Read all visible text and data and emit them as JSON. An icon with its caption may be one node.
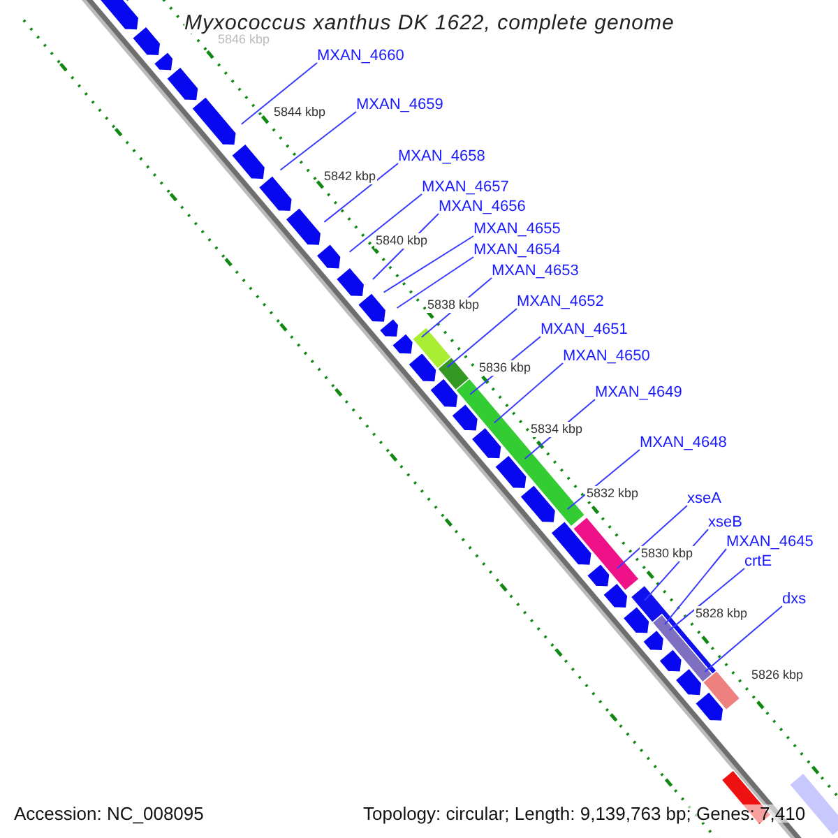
{
  "diagram": {
    "title": "Myxococcus xanthus DK 1622, complete genome",
    "nodes": [
      {
        "text": [
          "MXAN_4660"
        ]
      },
      {
        "text": [
          "MXAN_4659"
        ]
      },
      {
        "text": [
          "MXAN_4658"
        ]
      },
      {
        "text": [
          "MXAN_4657"
        ]
      },
      {
        "text": [
          "MXAN_4656"
        ]
      },
      {
        "text": [
          "MXAN_4655"
        ]
      },
      {
        "text": [
          "MXAN_4654"
        ]
      },
      {
        "text": [
          "MXAN_4653"
        ]
      },
      {
        "text": [
          "MXAN_4652"
        ]
      },
      {
        "text": [
          "MXAN_4651"
        ]
      },
      {
        "text": [
          "MXAN_4650"
        ]
      },
      {
        "text": [
          "MXAN_4649"
        ]
      },
      {
        "text": [
          "MXAN_4648"
        ]
      },
      {
        "text": [
          "xseA"
        ]
      },
      {
        "text": [
          "xseB"
        ]
      },
      {
        "text": [
          "MXAN_4645"
        ]
      },
      {
        "text": [
          "crtE"
        ]
      },
      {
        "text": [
          "dxs"
        ]
      }
    ],
    "edges": [
      {
        "from": 0,
        "to": null,
        "arrow": "none"
      },
      {
        "from": 1,
        "to": null,
        "arrow": "none"
      },
      {
        "from": 2,
        "to": null,
        "arrow": "none"
      },
      {
        "from": 3,
        "to": null,
        "arrow": "none"
      },
      {
        "from": 4,
        "to": null,
        "arrow": "none"
      },
      {
        "from": 5,
        "to": null,
        "arrow": "none"
      },
      {
        "from": 6,
        "to": null,
        "arrow": "none"
      },
      {
        "from": 7,
        "to": null,
        "arrow": "none"
      },
      {
        "from": 8,
        "to": null,
        "arrow": "none"
      },
      {
        "from": 9,
        "to": null,
        "arrow": "none"
      },
      {
        "from": 10,
        "to": null,
        "arrow": "none"
      },
      {
        "from": 11,
        "to": null,
        "arrow": "none"
      },
      {
        "from": 12,
        "to": null,
        "arrow": "none"
      },
      {
        "from": 13,
        "to": null,
        "arrow": "none"
      },
      {
        "from": 14,
        "to": null,
        "arrow": "none"
      },
      {
        "from": 15,
        "to": null,
        "arrow": "none"
      },
      {
        "from": 16,
        "to": null,
        "arrow": "none"
      },
      {
        "from": 17,
        "to": null,
        "arrow": "none"
      }
    ],
    "labels": [
      "5846 kbp",
      "5844 kbp",
      "5842 kbp",
      "5840 kbp",
      "5838 kbp",
      "5836 kbp",
      "5834 kbp",
      "5832 kbp",
      "5830 kbp",
      "5828 kbp",
      "5826 kbp",
      "Accession: NC_008095",
      "Topology: circular; Length: 9,139,763 bp; Genes: 7,410"
    ]
  }
}
